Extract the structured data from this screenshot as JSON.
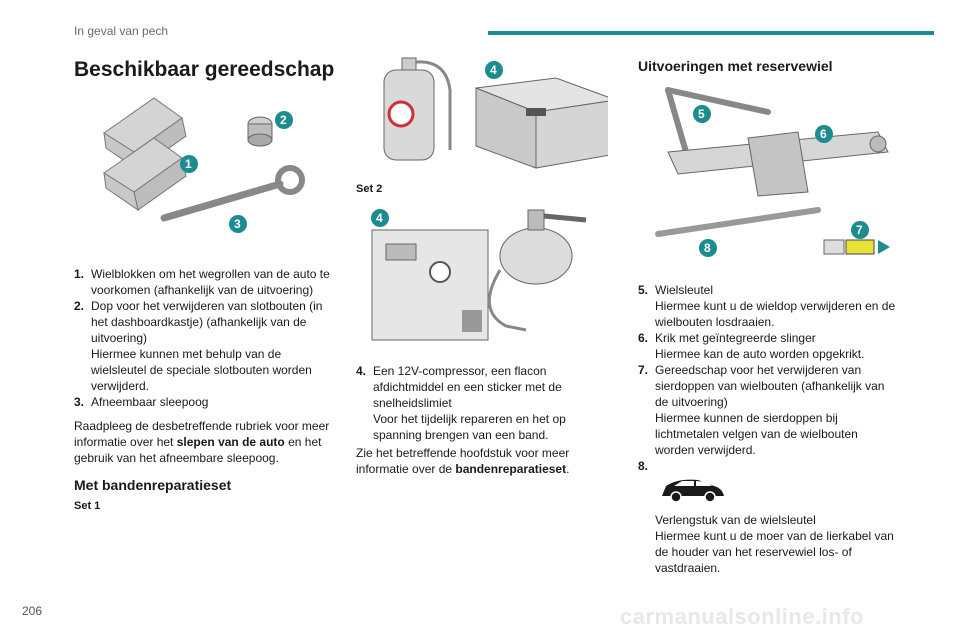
{
  "header": {
    "section": "In geval van pech"
  },
  "page_number": "206",
  "watermark": "carmanualsonline.info",
  "col1": {
    "title": "Beschikbaar gereedschap",
    "items": [
      {
        "num": "1.",
        "text": "Wielblokken om het wegrollen van de auto te voorkomen (afhankelijk van de uitvoering)"
      },
      {
        "num": "2.",
        "text": "Dop voor het verwijderen van slotbouten (in het dashboardkastje) (afhankelijk van de uitvoering)",
        "text2": "Hiermee kunnen met behulp van de wielsleutel de speciale slotbouten worden verwijderd."
      },
      {
        "num": "3.",
        "text": "Afneembaar sleepoog"
      }
    ],
    "para_before": "Raadpleeg de desbetreffende rubriek voor meer informatie over het ",
    "para_bold": "slepen van de auto",
    "para_after": " en het gebruik van het afneembare sleepoog.",
    "subtitle": "Met bandenreparatieset",
    "set1": "Set 1"
  },
  "col2": {
    "set2": "Set 2",
    "item4_num": "4.",
    "item4_text": "Een 12V-compressor, een flacon afdichtmiddel en een sticker met de snelheidslimiet",
    "item4_text2": "Voor het tijdelijk repareren en het op spanning brengen van een band.",
    "para_before": "Zie het betreffende hoofdstuk voor meer informatie over de ",
    "para_bold": "bandenreparatieset",
    "para_after": "."
  },
  "col3": {
    "title": "Uitvoeringen met reservewiel",
    "items": [
      {
        "num": "5.",
        "line1": "Wielsleutel",
        "line2": "Hiermee kunt u de wieldop verwijderen en de wielbouten losdraaien."
      },
      {
        "num": "6.",
        "line1": "Krik met geïntegreerde slinger",
        "line2": "Hiermee kan de auto worden opgekrikt."
      },
      {
        "num": "7.",
        "line1": "Gereedschap voor het verwijderen van sierdoppen van wielbouten (afhankelijk van de uitvoering)",
        "line2": "Hiermee kunnen de sierdoppen bij lichtmetalen velgen van de wielbouten worden verwijderd."
      },
      {
        "num": "8.",
        "line1": "Verlengstuk van de wielsleutel",
        "line2": "Hiermee kunt u de moer van de lierkabel van de houder van het reservewiel los- of vastdraaien."
      }
    ]
  },
  "badges": {
    "b1": "1",
    "b2": "2",
    "b3": "3",
    "b4": "4",
    "b5": "5",
    "b6": "6",
    "b7": "7",
    "b8": "8"
  },
  "colors": {
    "accent": "#1d8c91",
    "illustration": "#d9d9d9",
    "highlight": "#e8e23a"
  }
}
